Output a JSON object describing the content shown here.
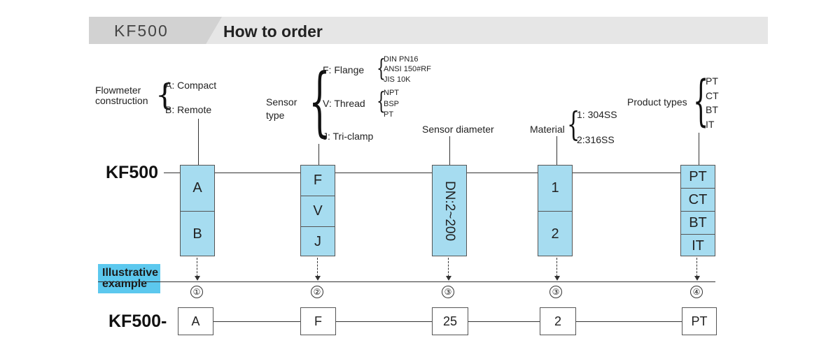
{
  "header": {
    "model": "KF500",
    "title": "How to order"
  },
  "model_label": "KF500",
  "example_model_label": "KF500-",
  "illustrative_label": [
    "Illustrative",
    "example"
  ],
  "accent_color": "#a6dcf0",
  "badge_color": "#5cc8ee",
  "construction": {
    "label": [
      "Flowmeter",
      "construction"
    ],
    "options": [
      "A: Compact",
      "B: Remote"
    ],
    "codes": [
      "A",
      "B"
    ]
  },
  "sensor_type": {
    "label": [
      "Sensor",
      "type"
    ],
    "options": [
      "F: Flange",
      "V: Thread",
      "J: Tri-clamp"
    ],
    "flange_sub": [
      "DIN  PN16",
      "ANSI 150#RF",
      "JIS 10K"
    ],
    "thread_sub": [
      "NPT",
      "BSP",
      "PT"
    ],
    "codes": [
      "F",
      "V",
      "J"
    ]
  },
  "diameter": {
    "label": "Sensor diameter",
    "code": "DN:2~200"
  },
  "material": {
    "label": "Material",
    "options": [
      "1: 304SS",
      "2:316SS"
    ],
    "codes": [
      "1",
      "2"
    ]
  },
  "product": {
    "label": "Product types",
    "options": [
      "PT",
      "CT",
      "BT",
      "IT"
    ],
    "codes": [
      "PT",
      "CT",
      "BT",
      "IT"
    ]
  },
  "steps": [
    "①",
    "②",
    "③",
    "③",
    "④"
  ],
  "example": [
    "A",
    "F",
    "25",
    "2",
    "PT"
  ]
}
